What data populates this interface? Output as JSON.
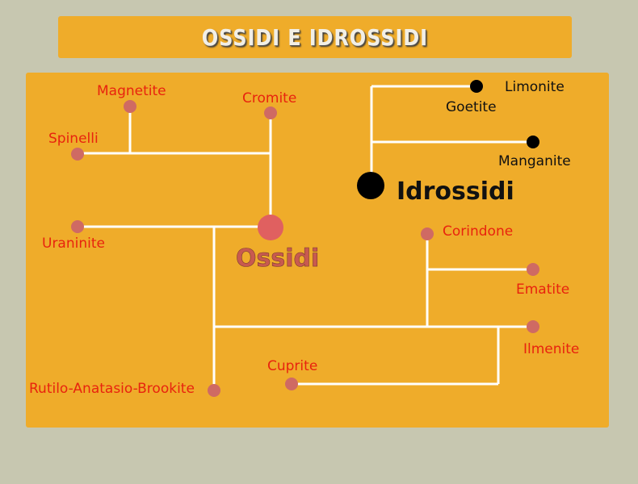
{
  "title": "OSSIDI E IDROSSIDI",
  "groups": {
    "ossidi": "Ossidi",
    "idrossidi": "Idrossidi"
  },
  "minerals": {
    "magnetite": "Magnetite",
    "cromite": "Cromite",
    "spinelli": "Spinelli",
    "uraninite": "Uraninite",
    "corindone": "Corindone",
    "ematite": "Ematite",
    "ilmenite": "Ilmenite",
    "cuprite": "Cuprite",
    "rutilo": "Rutilo-Anatasio-Brookite",
    "limonite": "Limonite",
    "goetite": "Goetite",
    "manganite": "Manganite"
  },
  "colors": {
    "background": "#c7c7b0",
    "panel": "#efac2a",
    "ossidi_node": "#e06060",
    "mineral_node": "#cf6a63",
    "label_red": "#e8230e",
    "idrossidi_node": "#000000"
  }
}
